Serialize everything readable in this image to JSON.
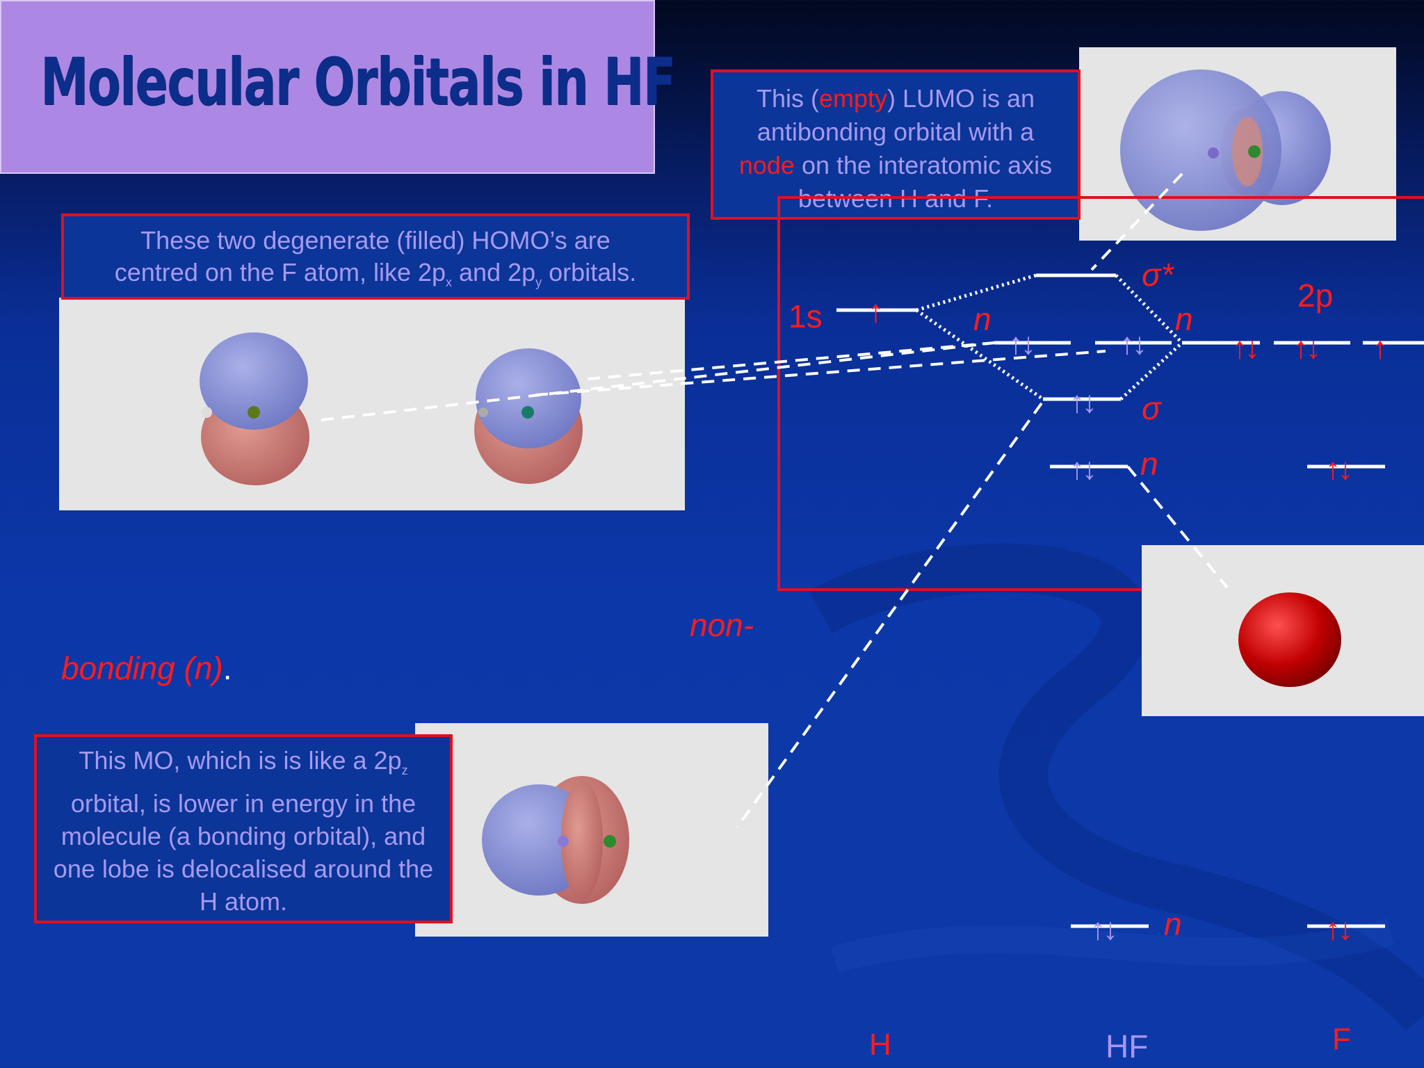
{
  "title": "Molecular Orbitals in HF",
  "lumo_callout": {
    "part1": "This (",
    "empty": "empty",
    "part2": ") LUMO is an antibonding orbital with a ",
    "node": "node",
    "part3": " on the interatomic axis between H and F."
  },
  "homo_callout": {
    "line1": "These two degenerate (filled) HOMO’s are",
    "line2_a": "centred on the F atom, like 2p",
    "sub_x": "x",
    "line2_b": " and 2p",
    "sub_y": "y",
    "line2_c": " orbitals."
  },
  "sigma_callout": {
    "line1_a": "This MO, which is is  like a 2p",
    "sub_z": "z",
    "rest": "orbital, is lower in energy  in the molecule (a bonding orbital), and one lobe is delocalised around the H atom."
  },
  "nonbonding": {
    "part1": "non-",
    "part2": "bonding (n)",
    "period": "."
  },
  "diagram": {
    "h_1s": "1s",
    "f_2p": "2p",
    "sigma_star": "σ*",
    "sigma": "σ",
    "n": "n",
    "up": "↑",
    "pair": "↑↓",
    "col_h": "H",
    "col_hf": "HF",
    "col_f": "F"
  },
  "colors": {
    "accent_red": "#ff1c1c",
    "callout_text": "#a79af0",
    "title_bg": "#ac88e4",
    "title_text": "#0d2d8a",
    "lobe_blue": "#8f96d8",
    "lobe_red": "#c86f6f"
  }
}
